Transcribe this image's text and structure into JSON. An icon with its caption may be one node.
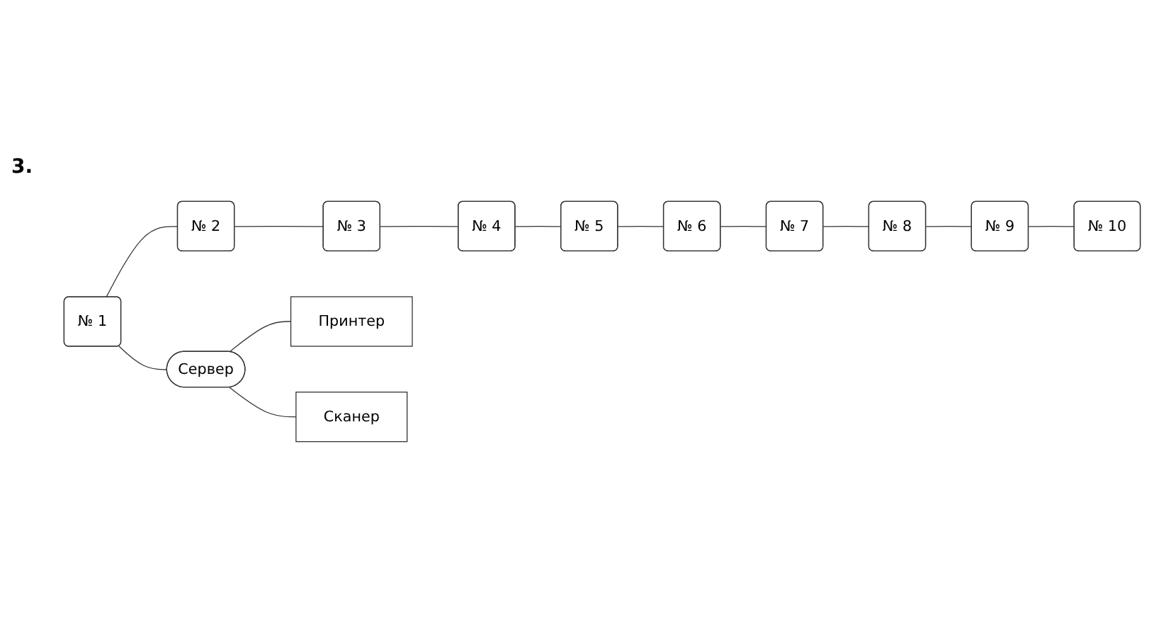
{
  "diagram": {
    "nodes": [
      {
        "text": [
          "№ 1"
        ]
      },
      {
        "text": [
          "№ 2"
        ]
      },
      {
        "text": [
          "№ 3"
        ]
      },
      {
        "text": [
          "№ 4"
        ]
      },
      {
        "text": [
          "Сервер"
        ]
      },
      {
        "text": [
          "Принтер"
        ]
      },
      {
        "text": [
          "Сканер"
        ]
      },
      {
        "text": [
          "№ 5"
        ]
      },
      {
        "text": [
          "№ 6"
        ]
      },
      {
        "text": [
          "№ 7"
        ]
      },
      {
        "text": [
          "№ 8"
        ]
      },
      {
        "text": [
          "№ 9"
        ]
      },
      {
        "text": [
          "№ 10"
        ]
      }
    ],
    "edges": [
      {
        "from": 0,
        "to": 1,
        "arrow": "none"
      },
      {
        "from": 1,
        "to": 2,
        "arrow": "none"
      },
      {
        "from": 2,
        "to": 3,
        "arrow": "none"
      },
      {
        "from": 0,
        "to": 4,
        "arrow": "none"
      },
      {
        "from": 4,
        "to": 5,
        "arrow": "none"
      },
      {
        "from": 4,
        "to": 6,
        "arrow": "none"
      },
      {
        "from": 3,
        "to": 7,
        "arrow": "none"
      },
      {
        "from": 7,
        "to": 8,
        "arrow": "none"
      },
      {
        "from": 8,
        "to": 9,
        "arrow": "none"
      },
      {
        "from": 9,
        "to": 10,
        "arrow": "none"
      },
      {
        "from": 10,
        "to": 11,
        "arrow": "none"
      },
      {
        "from": 11,
        "to": 12,
        "arrow": "none"
      }
    ],
    "labels": [
      "3."
    ]
  }
}
